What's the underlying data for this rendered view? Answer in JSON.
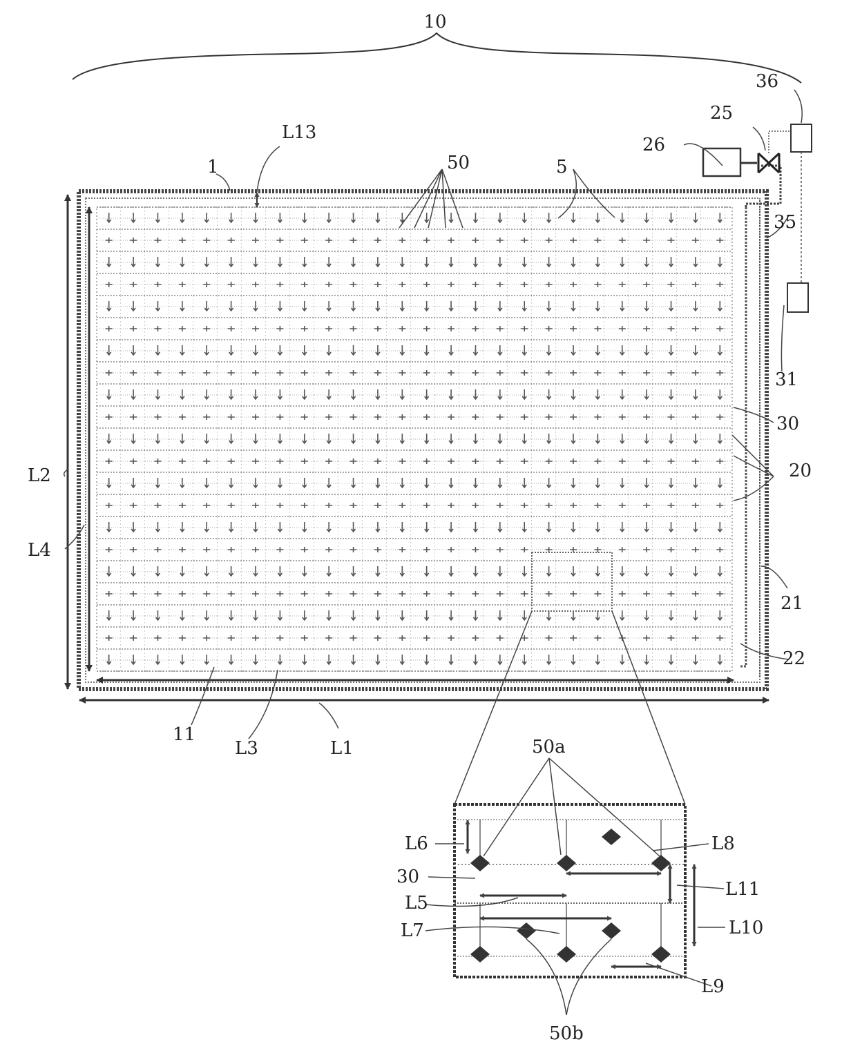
{
  "figure": {
    "labels": {
      "assembly": "10",
      "panel": "1",
      "sheet": "5",
      "fluid_group": "50",
      "top_gap": "L13",
      "outer_width": "L1",
      "outer_height": "L2",
      "inner_width": "L3",
      "inner_height": "L4",
      "cell": "11",
      "cell_row_a": "30",
      "cell_rows": "20",
      "side_channel": "21",
      "corner_channel": "22",
      "valve": "25",
      "pump": "26",
      "sensor_top": "36",
      "sensor_line": "35",
      "sensor_bottom": "31"
    },
    "detail": {
      "upper_points": "50a",
      "lower_points": "50b",
      "row_label": "30",
      "dims": [
        "L5",
        "L6",
        "L7",
        "L8",
        "L9",
        "L10",
        "L11"
      ]
    }
  }
}
